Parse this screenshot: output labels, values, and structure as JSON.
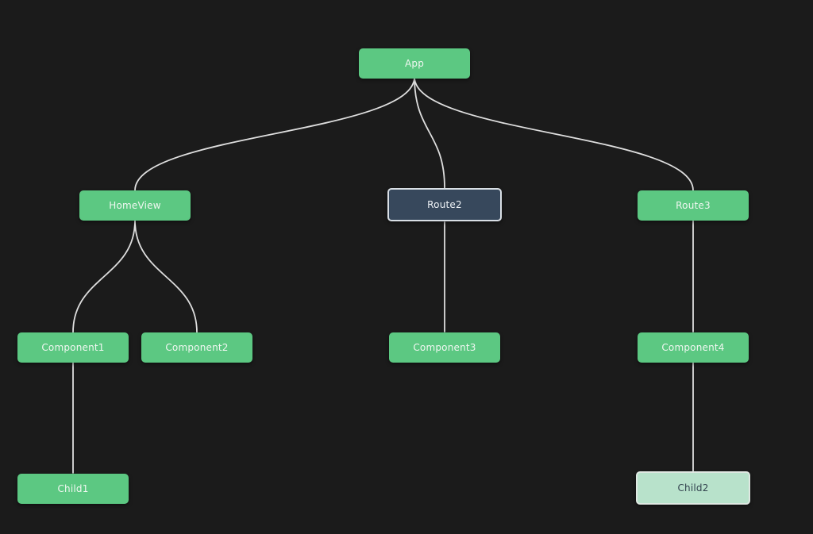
{
  "diagram": {
    "kind": "component-tree-graph",
    "colors": {
      "background": "#1b1b1b",
      "node_fill": "#5cc882",
      "node_text": "#f0f7f1",
      "selected_node_fill": "#37485c",
      "selected_node_border": "#d9dfe5",
      "selected_node_text": "#eef2f6",
      "highlighted_node_fill": "#b8e2cb",
      "highlighted_node_border": "#dfe8e2",
      "highlighted_node_text": "#32424e",
      "edge": "#e9e9e9"
    },
    "nodes": [
      {
        "id": "app",
        "label": "App",
        "state": "default"
      },
      {
        "id": "homeview",
        "label": "HomeView",
        "state": "default"
      },
      {
        "id": "route2",
        "label": "Route2",
        "state": "selected"
      },
      {
        "id": "route3",
        "label": "Route3",
        "state": "default"
      },
      {
        "id": "component1",
        "label": "Component1",
        "state": "default"
      },
      {
        "id": "component2",
        "label": "Component2",
        "state": "default"
      },
      {
        "id": "component3",
        "label": "Component3",
        "state": "default"
      },
      {
        "id": "component4",
        "label": "Component4",
        "state": "default"
      },
      {
        "id": "child1",
        "label": "Child1",
        "state": "default"
      },
      {
        "id": "child2",
        "label": "Child2",
        "state": "highlighted"
      }
    ],
    "edges": [
      {
        "from": "App",
        "to": "HomeView"
      },
      {
        "from": "App",
        "to": "Route2"
      },
      {
        "from": "App",
        "to": "Route3"
      },
      {
        "from": "HomeView",
        "to": "Component1"
      },
      {
        "from": "HomeView",
        "to": "Component2"
      },
      {
        "from": "Route2",
        "to": "Component3"
      },
      {
        "from": "Route3",
        "to": "Component4"
      },
      {
        "from": "Component1",
        "to": "Child1"
      },
      {
        "from": "Component4",
        "to": "Child2"
      }
    ]
  }
}
